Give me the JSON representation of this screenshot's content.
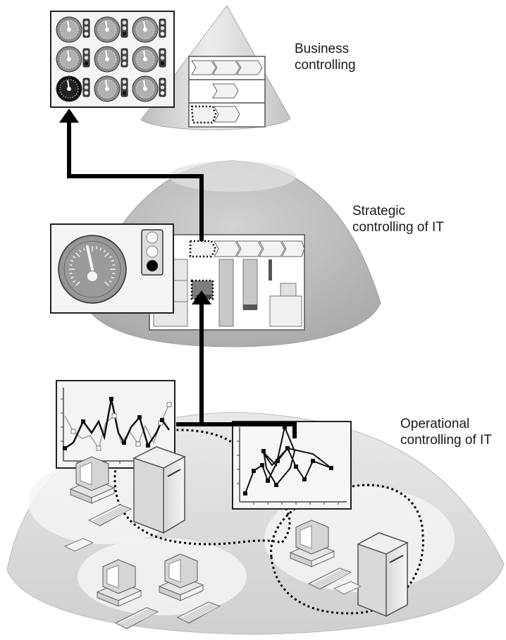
{
  "levels": {
    "business": {
      "line1": "Business",
      "line2": "controlling"
    },
    "strategic": {
      "line1": "Strategic",
      "line2": "controlling of IT"
    },
    "operational": {
      "line1": "Operational",
      "line2": "controlling of IT"
    }
  },
  "icons": {
    "dashboard": "gauge-and-traffic-light-dashboard-icon",
    "process": "process-chevron-chart-icon",
    "server": "server-tower-icon",
    "workstation": "desktop-computer-icon",
    "keyboard": "keyboard-icon",
    "line_chart": "line-chart-icon",
    "network_chart": "scatter-network-chart-icon"
  },
  "colors": {
    "arrow": "#000000",
    "cone_light": "#e6e6e6",
    "cone_dark": "#b9b9b9",
    "panel": "#f2f2f2"
  }
}
